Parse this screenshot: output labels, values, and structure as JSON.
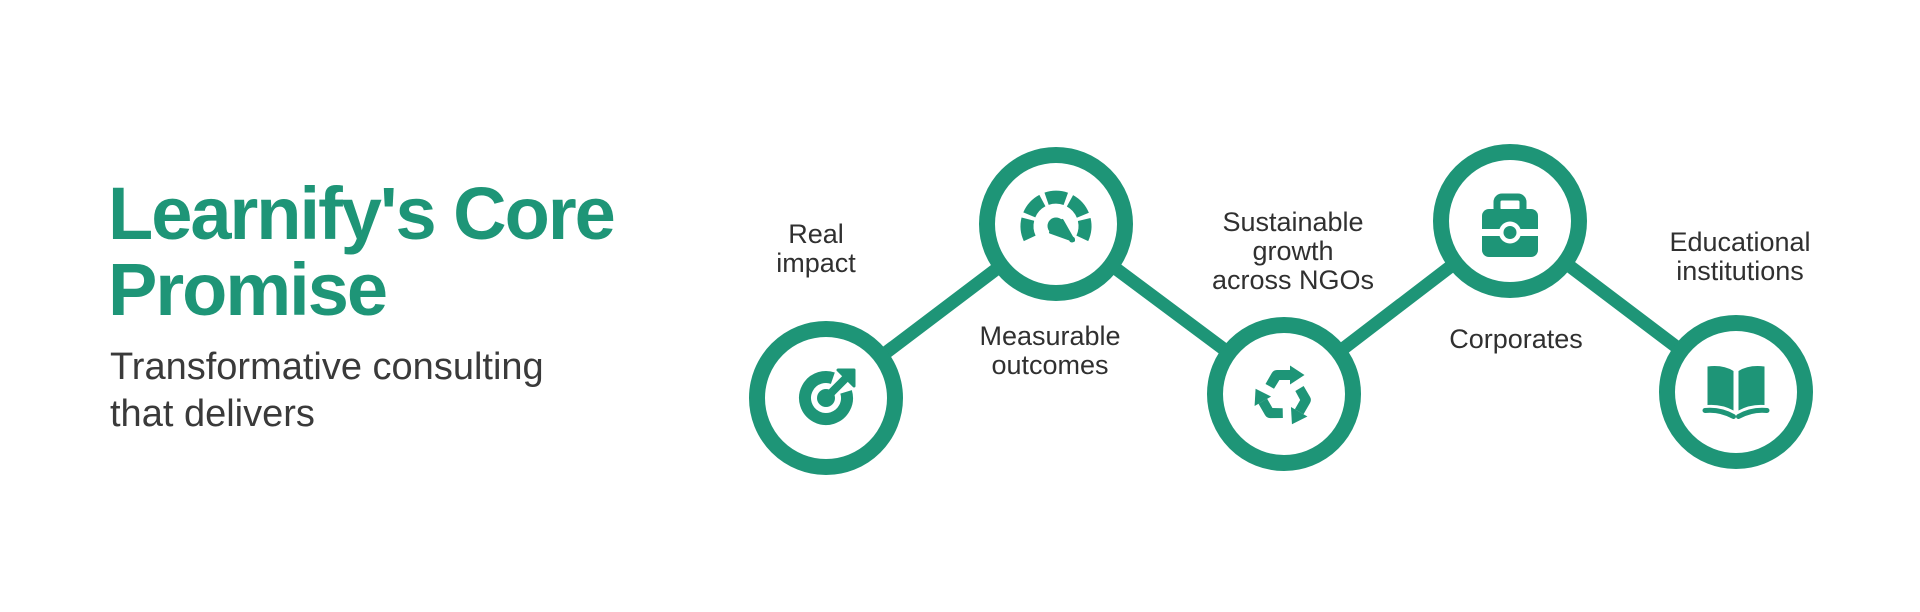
{
  "colors": {
    "accent_green": "#1E9577",
    "title_green": "#1E9577",
    "text_dark": "#303030",
    "subtitle_gray": "#3a3a3a",
    "background": "#ffffff"
  },
  "header": {
    "title_line1": "Learnify's Core",
    "title_line2": "Promise",
    "subtitle_line1": "Transformative consulting",
    "subtitle_line2": "that delivers"
  },
  "diagram": {
    "type": "zigzag-process",
    "nodes": [
      {
        "icon": "target-icon",
        "label": "Real impact",
        "label_lines": [
          "Real",
          "impact"
        ]
      },
      {
        "icon": "gauge-icon",
        "label": "Measurable outcomes",
        "label_lines": [
          "Measurable",
          "outcomes"
        ]
      },
      {
        "icon": "recycle-icon",
        "label": "Sustainable growth across NGOs",
        "label_lines": [
          "Sustainable",
          "growth",
          "across NGOs"
        ]
      },
      {
        "icon": "briefcase-icon",
        "label": "Corporates",
        "label_lines": [
          "Corporates"
        ]
      },
      {
        "icon": "book-icon",
        "label": "Educational institutions",
        "label_lines": [
          "Educational",
          "institutions"
        ]
      }
    ]
  }
}
